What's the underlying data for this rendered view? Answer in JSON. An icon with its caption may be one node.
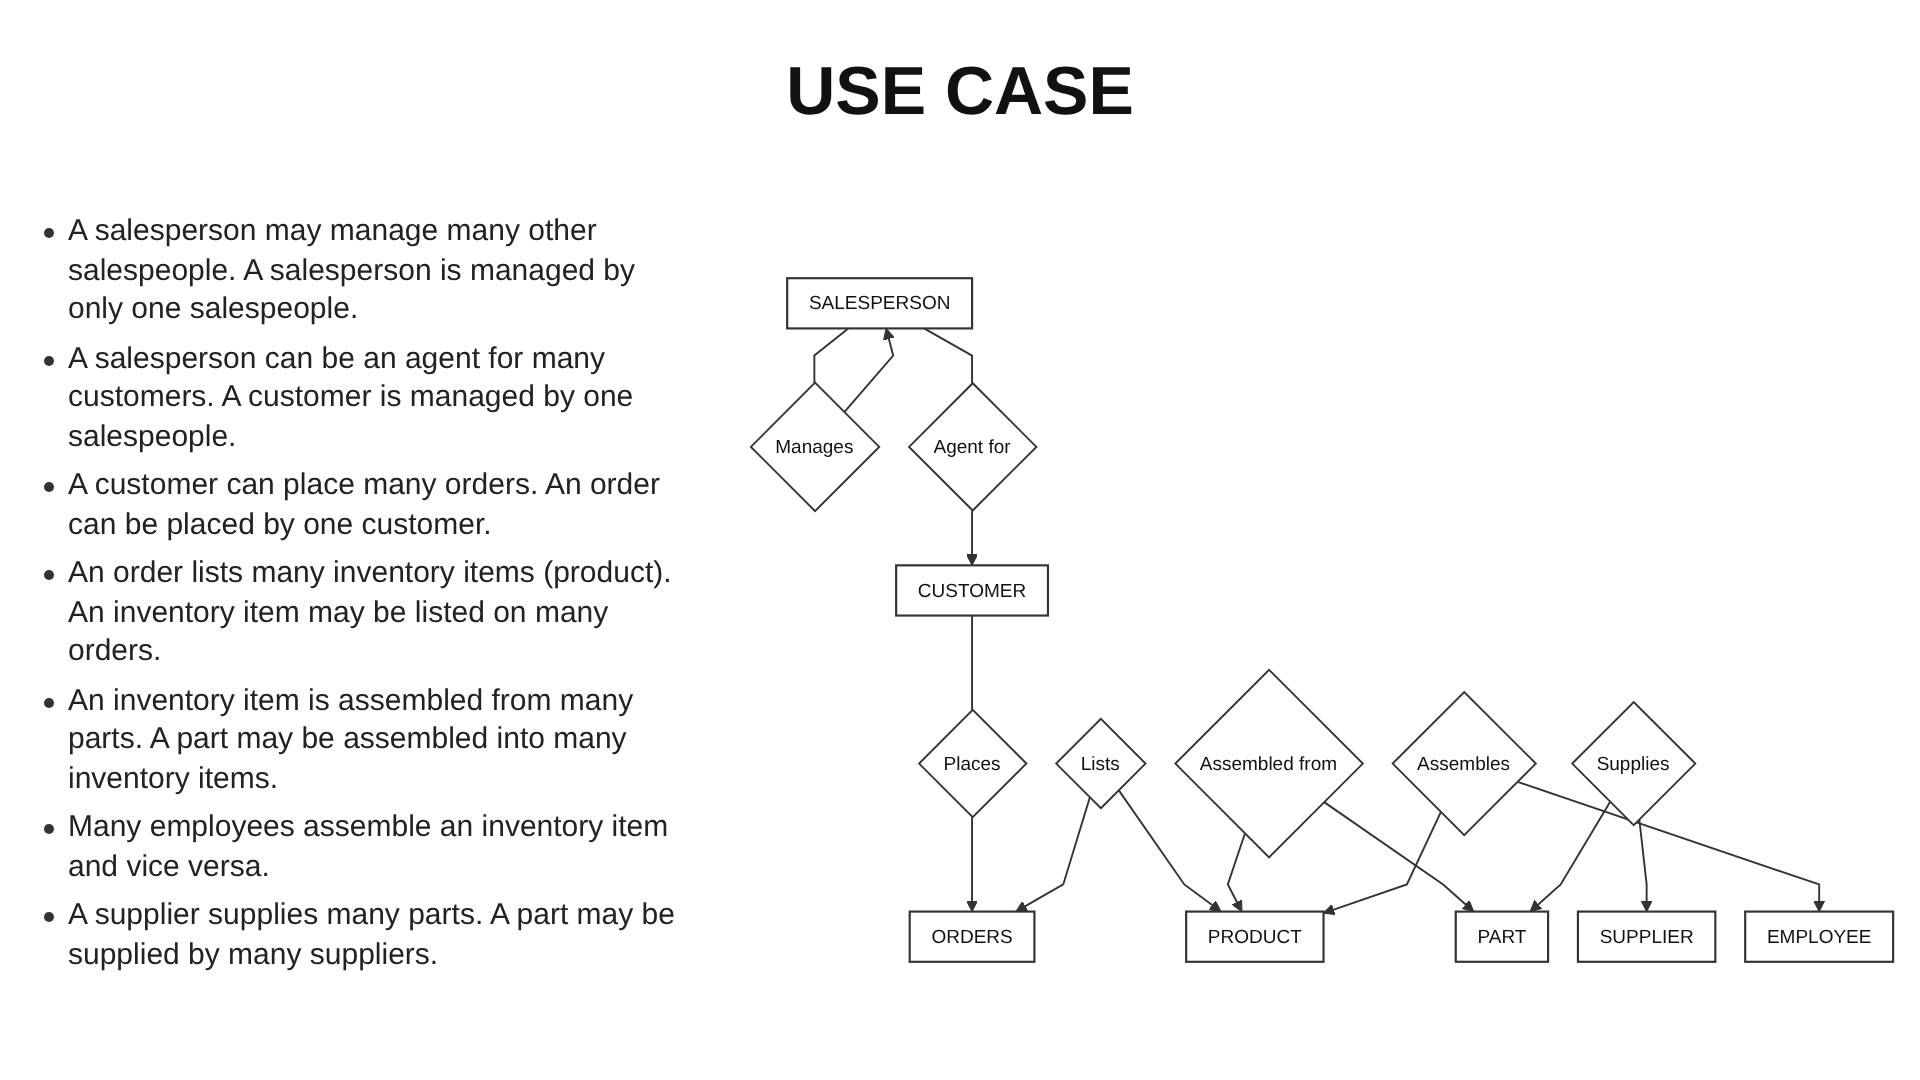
{
  "diagram": {
    "title": "USE CASE",
    "nodes": [
      {
        "text": [
          "SALESPERSON"
        ]
      },
      {
        "text": [
          "Manages"
        ]
      },
      {
        "text": [
          "Agent for"
        ]
      },
      {
        "text": [
          "CUSTOMER"
        ]
      },
      {
        "text": [
          "Places"
        ]
      },
      {
        "text": [
          "ORDERS"
        ]
      },
      {
        "text": [
          "Lists"
        ]
      },
      {
        "text": [
          "PART"
        ]
      },
      {
        "text": [
          "Assembled from"
        ]
      },
      {
        "text": [
          "PRODUCT"
        ]
      },
      {
        "text": [
          "Supplies"
        ]
      },
      {
        "text": [
          "Assembles"
        ]
      },
      {
        "text": [
          "SUPPLIER"
        ]
      },
      {
        "text": [
          "EMPLOYEE"
        ]
      }
    ],
    "edges": [
      {
        "from": 0,
        "to": 1,
        "arrow": "none"
      },
      {
        "from": 1,
        "to": 0,
        "arrow": "to"
      },
      {
        "from": 0,
        "to": 2,
        "arrow": "none"
      },
      {
        "from": 2,
        "to": 3,
        "arrow": "to"
      },
      {
        "from": 3,
        "to": 4,
        "arrow": "none"
      },
      {
        "from": 4,
        "to": 5,
        "arrow": "to"
      },
      {
        "from": 6,
        "to": 5,
        "arrow": "to"
      },
      {
        "from": 6,
        "to": 9,
        "arrow": "to"
      },
      {
        "from": 8,
        "to": 7,
        "arrow": "to"
      },
      {
        "from": 8,
        "to": 9,
        "arrow": "to"
      },
      {
        "from": 10,
        "to": 7,
        "arrow": "to"
      },
      {
        "from": 10,
        "to": 12,
        "arrow": "to"
      },
      {
        "from": 11,
        "to": 9,
        "arrow": "to"
      },
      {
        "from": 11,
        "to": 13,
        "arrow": "to"
      }
    ],
    "labels": [
      "A salesperson may manage many other salespeople. A salesperson is managed by only one salespeople.",
      "A salesperson can be an agent for many customers. A customer is managed by one salespeople.",
      "A customer can place many orders. An order can be placed by one customer.",
      "An order lists many inventory items (product). An inventory item may be listed on many orders.",
      "An inventory item is assembled from many parts. A part may be assembled into many inventory items.",
      "Many employees assemble an inventory item and vice versa.",
      "A supplier supplies many parts. A part may be supplied by many suppliers."
    ]
  }
}
